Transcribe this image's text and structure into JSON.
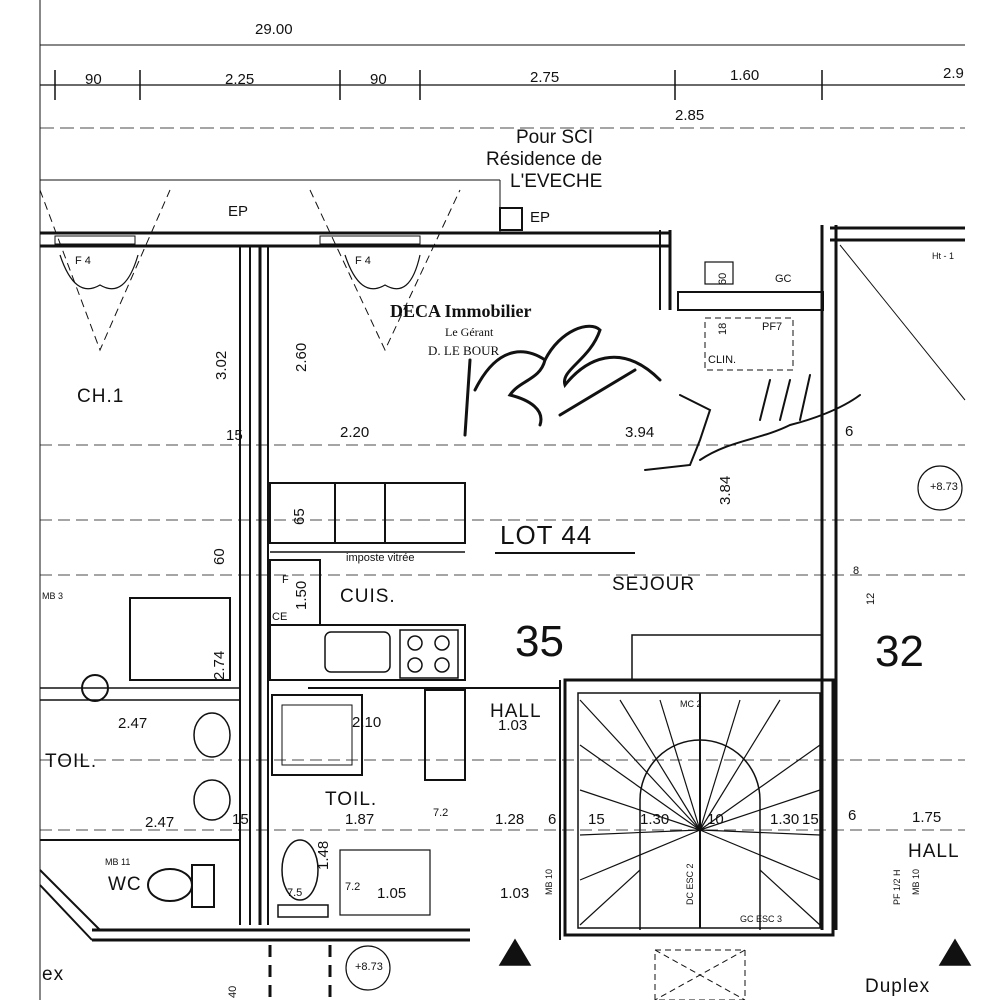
{
  "top_dims": {
    "total": "29.00",
    "d1": "90",
    "d2": "2.25",
    "d3": "90",
    "d4": "2.75",
    "d5": "1.60",
    "d6": "2.9",
    "d7": "2.85"
  },
  "client_note": {
    "line1": "Pour SCI",
    "line2": "Résidence de",
    "line3": "L'EVECHE"
  },
  "stamp": {
    "company": "DECA Immobilier",
    "role": "Le Gérant",
    "name": "D. LE BOUR"
  },
  "rooms": {
    "ch1": "CH.1",
    "cuis": "CUIS.",
    "sejour": "SEJOUR",
    "hall": "HALL",
    "hall_right": "HALL",
    "toil_left": "TOIL.",
    "toil_mid": "TOIL.",
    "wc": "WC",
    "clin": "CLIN.",
    "duplex": "Duplex",
    "duplex_left": "ex"
  },
  "lot": {
    "title": "LOT 44",
    "number": "35",
    "neighbor": "32"
  },
  "labels": {
    "ep1": "EP",
    "ep2": "EP",
    "f4a": "F 4",
    "f4b": "F 4",
    "imposte": "imposte vitrée",
    "gc": "GC",
    "pf7": "PF7",
    "ht": "Ht - 1",
    "level1": "+8.73",
    "level2": "+8.73",
    "mc": "MC 2",
    "gc_esc": "GC ESC 3",
    "esc": "DC ESC 2",
    "mb3": "MB 3",
    "mb10": "MB 10",
    "mb10b": "MB 10",
    "mb11": "MB 11",
    "pf": "PF 1/2 H",
    "ce": "CE",
    "f": "F"
  },
  "dims": {
    "v302": "3.02",
    "v260": "2.60",
    "h220": "2.20",
    "h394": "3.94",
    "v384": "3.84",
    "v65": "65",
    "v60": "60",
    "v274": "2.74",
    "v150": "1.50",
    "h247a": "2.47",
    "h247b": "2.47",
    "h210": "2.10",
    "h103": "1.03",
    "h187": "1.87",
    "h128": "1.28",
    "h130a": "1.30",
    "h130b": "1.30",
    "h175": "1.75",
    "h105": "1.05",
    "h103b": "1.03",
    "v148": "1.48",
    "h15a": "15",
    "h15b": "15",
    "h15c": "15",
    "h15d": "15",
    "h6a": "6",
    "h6b": "6",
    "h6c": "6",
    "h8": "8",
    "h12": "12",
    "h10": "10",
    "h75": "7.5",
    "h72a": "7.2",
    "h72b": "7.2",
    "v60b": "60",
    "v18": "18",
    "v40": "40"
  }
}
